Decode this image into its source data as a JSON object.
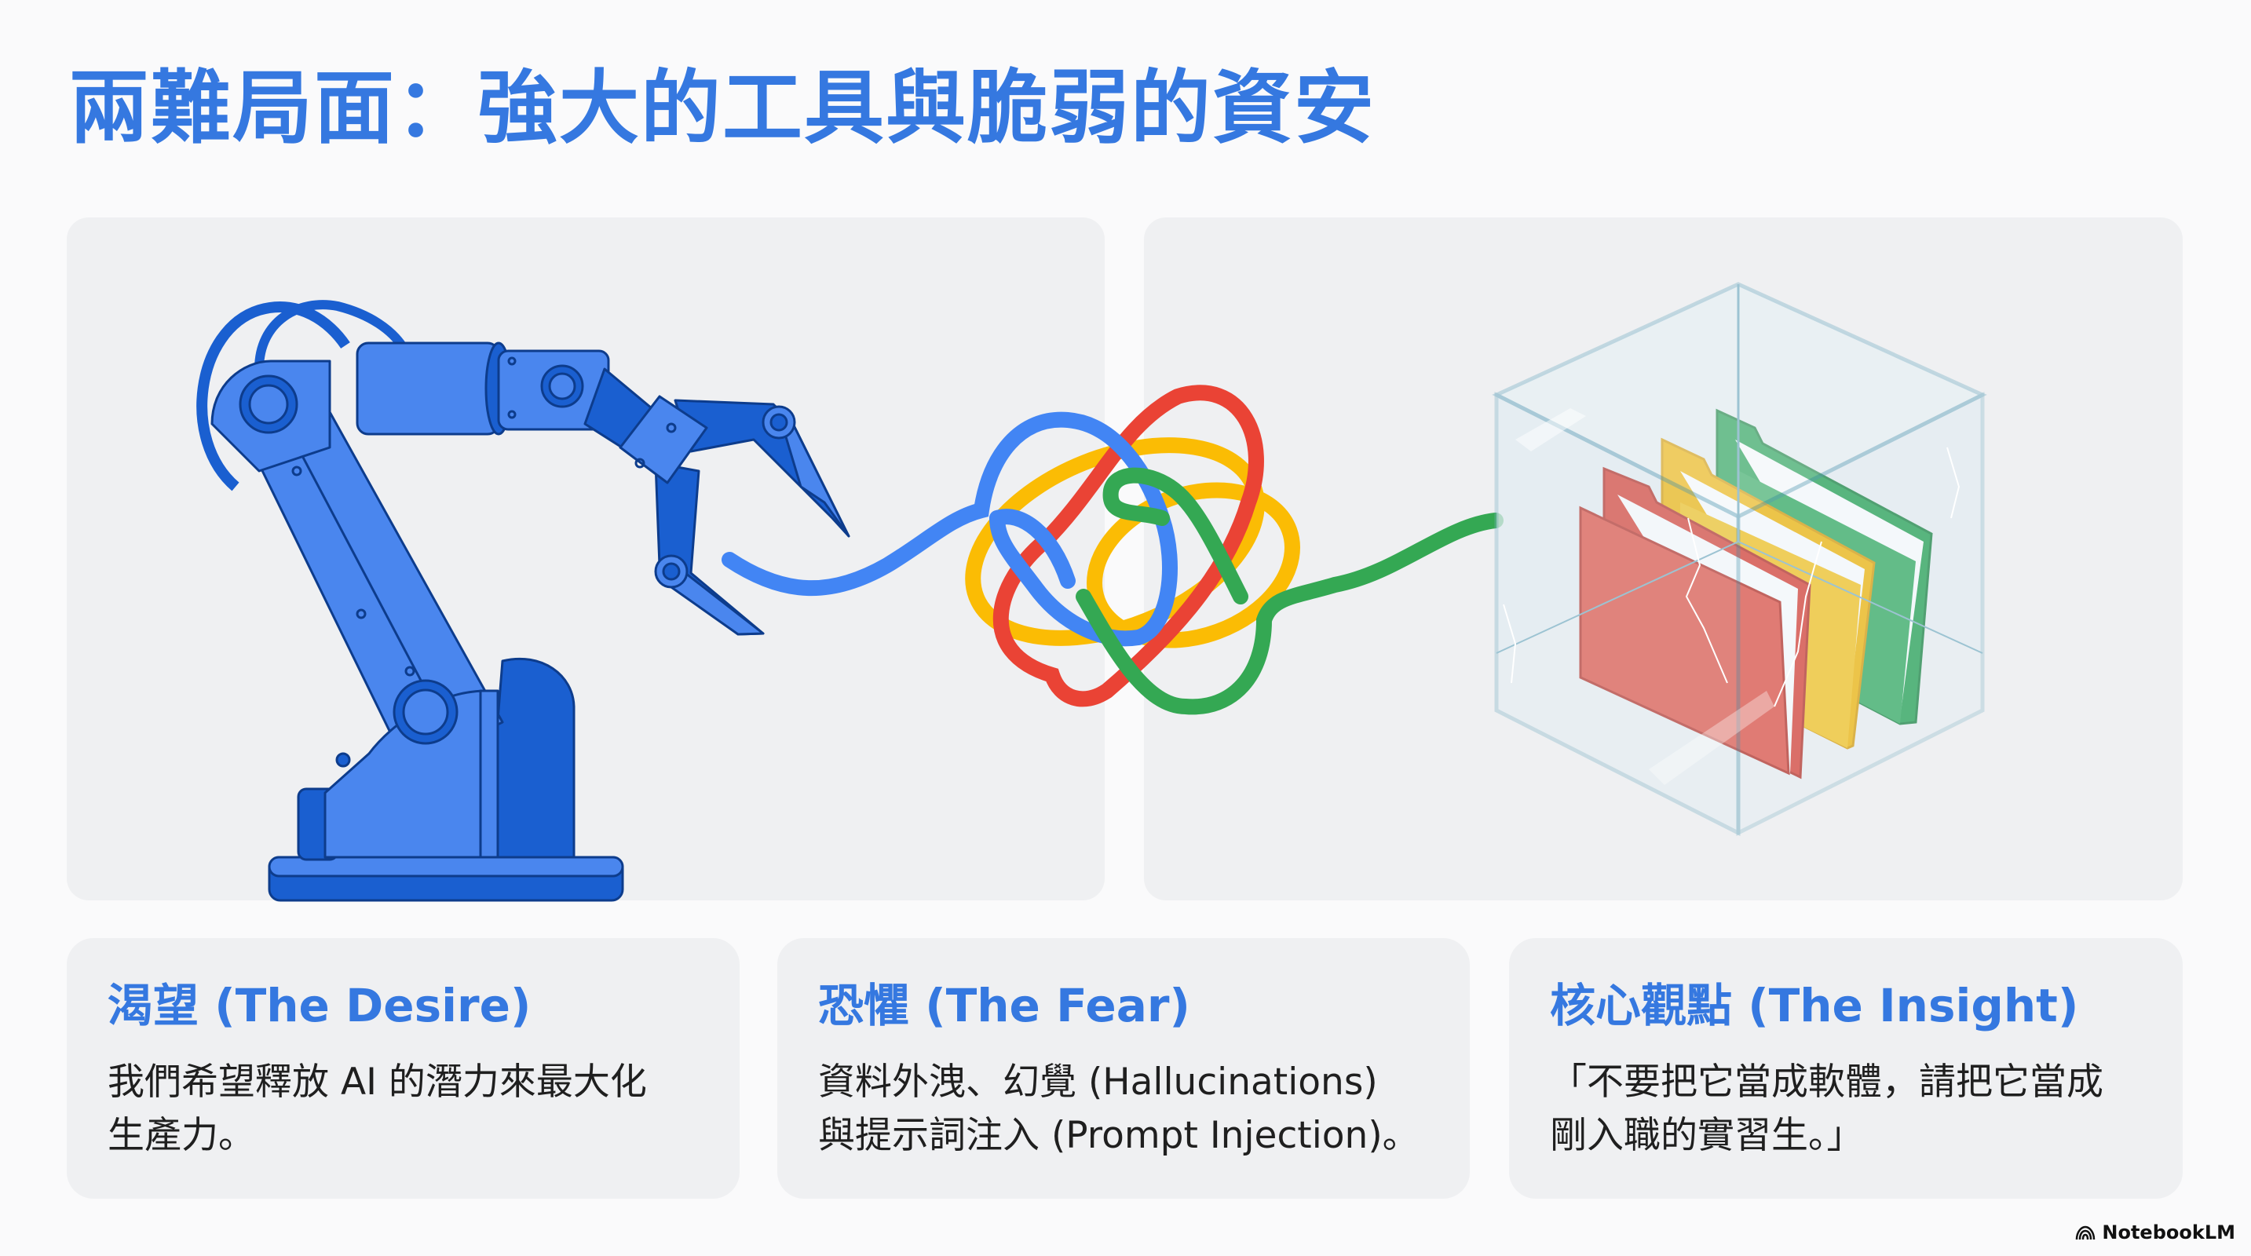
{
  "slide": {
    "title": "兩難局面：強大的工具與脆弱的資安",
    "brand": "NotebookLM",
    "colors": {
      "accent_blue": "#3578E0",
      "google_blue": "#4285F4",
      "google_red": "#EA4335",
      "google_yellow": "#FBBC04",
      "google_green": "#34A853",
      "panel_bg": "#EFF0F2",
      "page_bg": "#FAFAFB"
    }
  },
  "illustrations": {
    "left": {
      "subject": "blue robotic arm with gripper holding a blue cable"
    },
    "middle": {
      "subject": "tangled knot of blue, red, yellow and green cables"
    },
    "right": {
      "subject": "cracked glass box containing red, yellow and green folders"
    }
  },
  "cards": [
    {
      "title": "渴望 (The Desire)",
      "body": "我們希望釋放 AI 的潛力來最大化\n生產力。"
    },
    {
      "title": "恐懼 (The Fear)",
      "body": "資料外洩、幻覺 (Hallucinations)\n與提示詞注入 (Prompt Injection)。"
    },
    {
      "title": "核心觀點 (The Insight)",
      "body": "「不要把它當成軟體，請把它當成\n剛入職的實習生。」"
    }
  ]
}
